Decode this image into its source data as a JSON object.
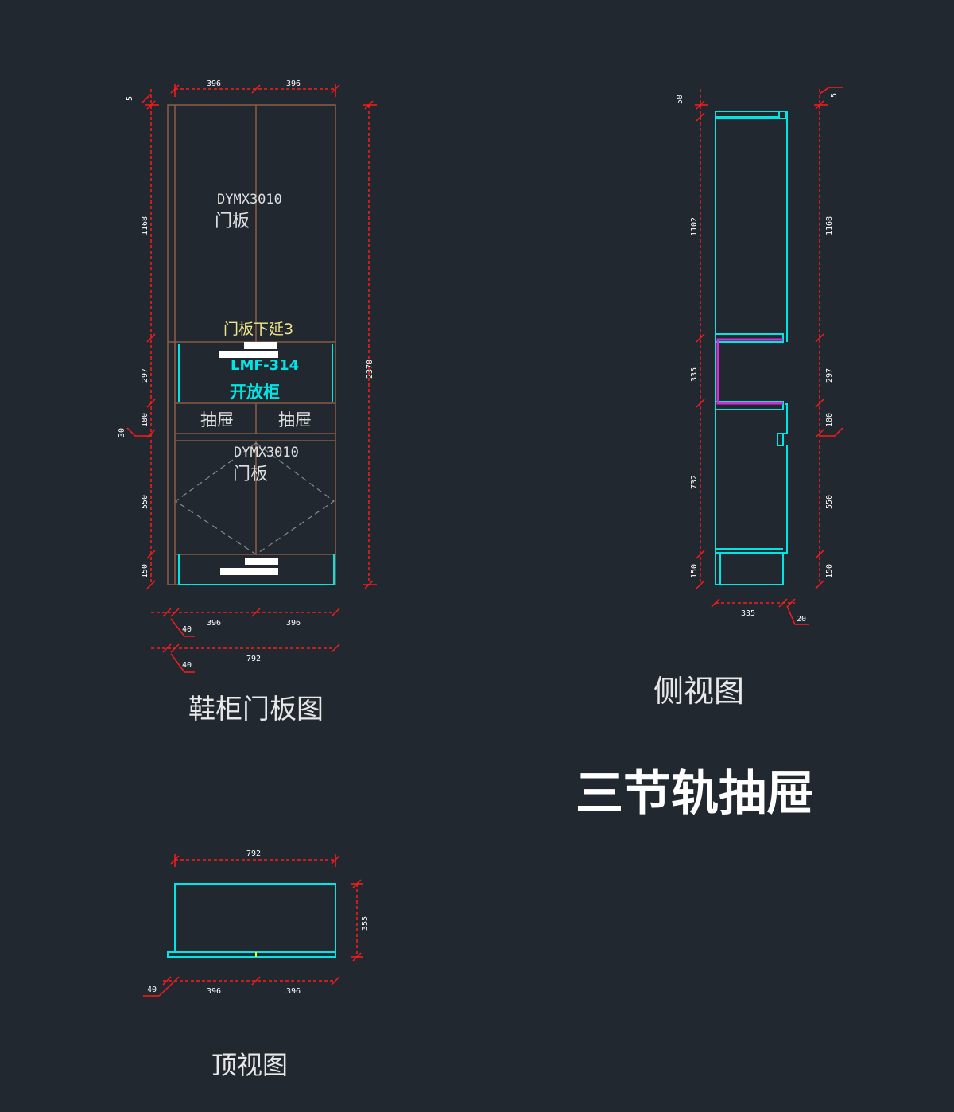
{
  "front_view": {
    "title": "鞋柜门板图",
    "upper_door_model": "DYMX3010",
    "upper_door_label": "门板",
    "door_extend_note": "门板下延3",
    "open_cabinet_code": "LMF-314",
    "open_cabinet_label": "开放柜",
    "drawer_left_label": "抽屉",
    "drawer_right_label": "抽屉",
    "lower_door_model": "DYMX3010",
    "lower_door_label": "门板",
    "dims": {
      "top_left": "396",
      "top_right": "396",
      "left_5": "5",
      "left_1168": "1168",
      "left_297": "297",
      "left_180": "180",
      "left_30": "30",
      "left_550": "550",
      "left_150": "150",
      "right_total": "2370",
      "bottom1_40": "40",
      "bottom1_left": "396",
      "bottom1_right": "396",
      "bottom2_40": "40",
      "bottom2_total": "792"
    }
  },
  "side_view": {
    "title": "侧视图",
    "dims": {
      "left_50": "50",
      "left_1102": "1102",
      "left_335": "335",
      "left_732": "732",
      "left_150": "150",
      "right_5": "5",
      "right_1168": "1168",
      "right_297": "297",
      "right_180": "180",
      "right_550": "550",
      "right_150": "150",
      "bottom_335": "335",
      "bottom_20": "20"
    }
  },
  "top_view": {
    "title": "顶视图",
    "dims": {
      "top_792": "792",
      "right_355": "355",
      "bottom_40": "40",
      "bottom_left": "396",
      "bottom_right": "396"
    }
  },
  "drawer_note": "三节轨抽屉",
  "colors": {
    "background": "#212830",
    "dimension_line": "#ff1a1a",
    "cabinet_outline": "#8a5a44",
    "cyan": "#00e5e5",
    "magenta": "#d42fd4",
    "label_white": "#e8e8e8",
    "label_yellow": "#f0e68c"
  }
}
